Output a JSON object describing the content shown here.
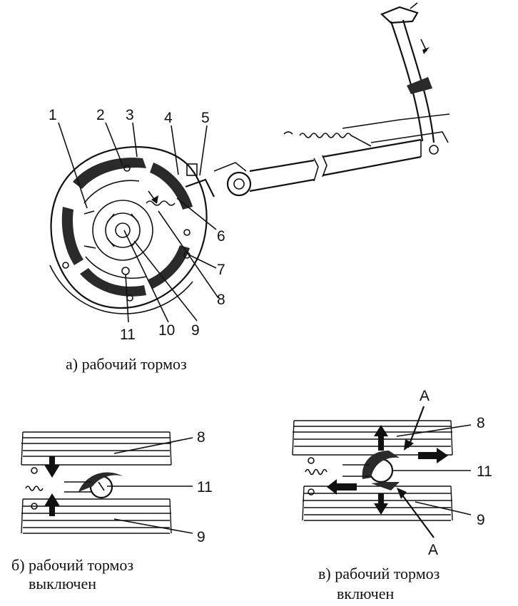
{
  "main_view": {
    "caption": "а) рабочий тормоз",
    "labels": [
      "1",
      "2",
      "3",
      "4",
      "5",
      "6",
      "7",
      "8",
      "9",
      "10",
      "11"
    ]
  },
  "view_b": {
    "caption_line1": "б) рабочий тормоз",
    "caption_line2": "выключен",
    "label_top": "8",
    "label_mid": "11",
    "label_bottom": "9"
  },
  "view_c": {
    "caption_line1": "в) рабочий тормоз",
    "caption_line2": "включен",
    "label_a_top": "A",
    "label_a_bottom": "A",
    "label_top": "8",
    "label_mid": "11",
    "label_bottom": "9"
  }
}
